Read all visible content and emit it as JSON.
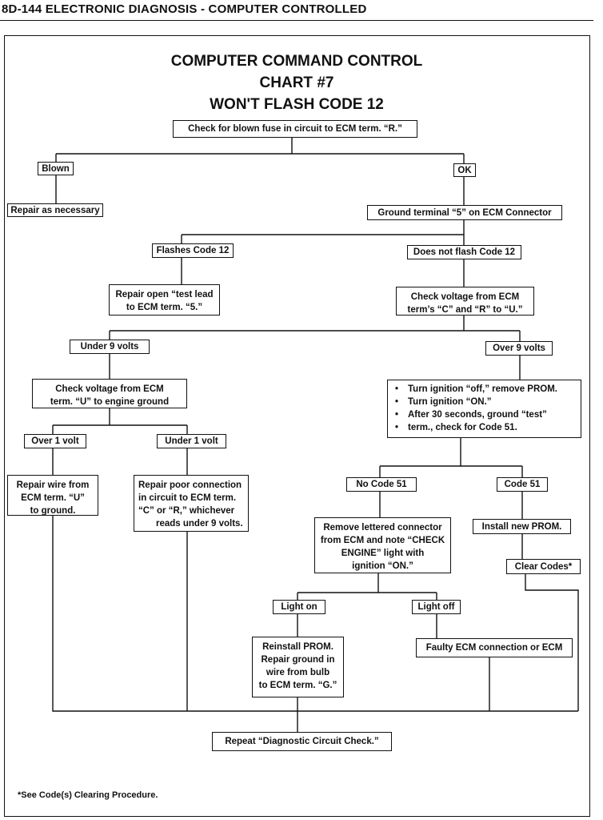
{
  "header": "8D-144 ELECTRONIC DIAGNOSIS - COMPUTER CONTROLLED",
  "title": [
    "COMPUTER COMMAND CONTROL",
    "CHART #7",
    "WON'T FLASH CODE 12"
  ],
  "nodes": {
    "check_fuse": "Check for blown fuse in circuit to ECM term. “R.”",
    "blown": "Blown",
    "ok": "OK",
    "repair_necessary": "Repair as necessary",
    "ground_terminal_5": "Ground terminal “5” on ECM Connector",
    "flashes_code_12": "Flashes Code 12",
    "does_not_flash": "Does not flash Code 12",
    "repair_open": [
      "Repair open “test lead",
      "to ECM term. “5.”"
    ],
    "check_voltage_crU": [
      "Check voltage from ECM",
      "term’s “C” and “R” to “U.”"
    ],
    "under_9_volts": "Under 9 volts",
    "over_9_volts": "Over 9 volts",
    "check_voltage_u": [
      "Check voltage from ECM",
      "term. “U” to engine ground"
    ],
    "prom_steps": [
      "Turn ignition “off,” remove PROM.",
      "Turn ignition “ON.”",
      "After 30 seconds, ground “test”",
      "term., check for Code 51."
    ],
    "over_1_volt": "Over 1 volt",
    "under_1_volt": "Under 1 volt",
    "repair_wire": [
      "Repair wire from",
      "ECM term. “U”",
      "to ground."
    ],
    "repair_poor": [
      "Repair poor connection",
      "in circuit to ECM term.",
      "“C” or “R,” whichever",
      "reads under 9 volts."
    ],
    "no_code_51": "No Code 51",
    "code_51": "Code 51",
    "remove_connector": [
      "Remove lettered connector",
      "from ECM and note “CHECK",
      "ENGINE” light with",
      "ignition “ON.”"
    ],
    "install_prom": "Install new PROM.",
    "clear_codes": "Clear Codes*",
    "light_on": "Light on",
    "light_off": "Light off",
    "reinstall_prom": [
      "Reinstall PROM.",
      "Repair ground in",
      "wire from bulb",
      "to ECM term. “G.”"
    ],
    "faulty_ecm": "Faulty ECM connection or ECM",
    "repeat_check": "Repeat “Diagnostic Circuit Check.”"
  },
  "footnote": "*See Code(s) Clearing Procedure."
}
